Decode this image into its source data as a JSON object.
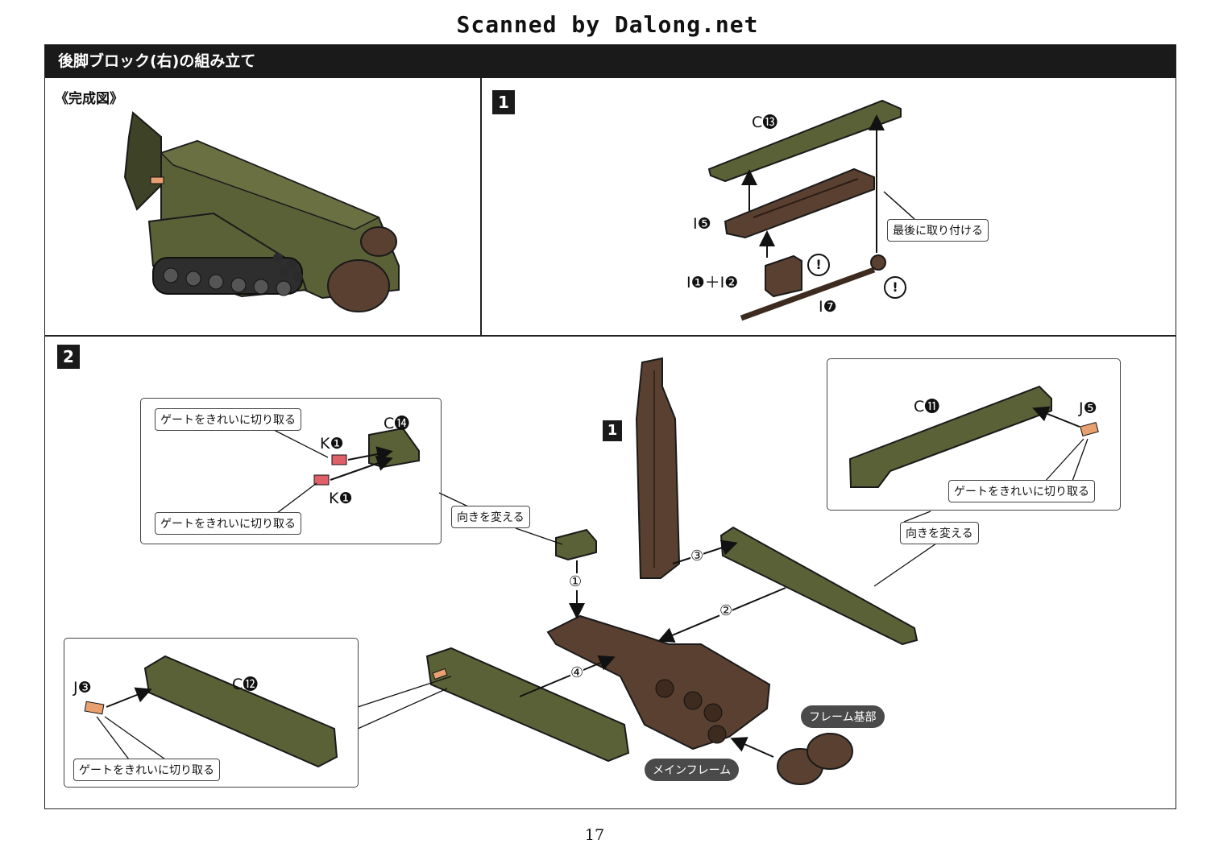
{
  "watermark": "Scanned by Dalong.net",
  "title": "後脚ブロック(右)の組み立て",
  "completed_caption": "《完成図》",
  "step1": {
    "badge": "1",
    "labels": {
      "c13": "C⓭",
      "i5": "I❺",
      "i1_i2": "I❶＋I❷",
      "i7": "I❼"
    },
    "callout_attach_last": "最後に取り付ける",
    "caution": "!"
  },
  "step2": {
    "badge": "2",
    "sub_badge": "1",
    "inset_left_top": {
      "gate_callout_top": "ゲートをきれいに切り取る",
      "gate_callout_bottom": "ゲートをきれいに切り取る",
      "label_c14": "C⓮",
      "label_k1_top": "K❶",
      "label_k1_bottom": "K❶"
    },
    "inset_right": {
      "label_c11": "C⓫",
      "label_j5": "J❺",
      "gate_callout": "ゲートをきれいに切り取る"
    },
    "inset_left_bottom": {
      "label_j3": "J❸",
      "label_c12": "C⓬",
      "gate_callout": "ゲートをきれいに切り取る"
    },
    "callout_rotate_left": "向きを変える",
    "callout_rotate_right": "向きを変える",
    "order": [
      "①",
      "②",
      "③",
      "④"
    ],
    "label_frame_base": "フレーム基部",
    "label_main_frame": "メインフレーム"
  },
  "page_number": "17",
  "colors": {
    "olive": "#5b6137",
    "olive_dark": "#3e4226",
    "brown": "#5a4030",
    "brown_dark": "#3d2b20",
    "gate_orange": "#e8a070",
    "gate_red": "#e0606a"
  }
}
